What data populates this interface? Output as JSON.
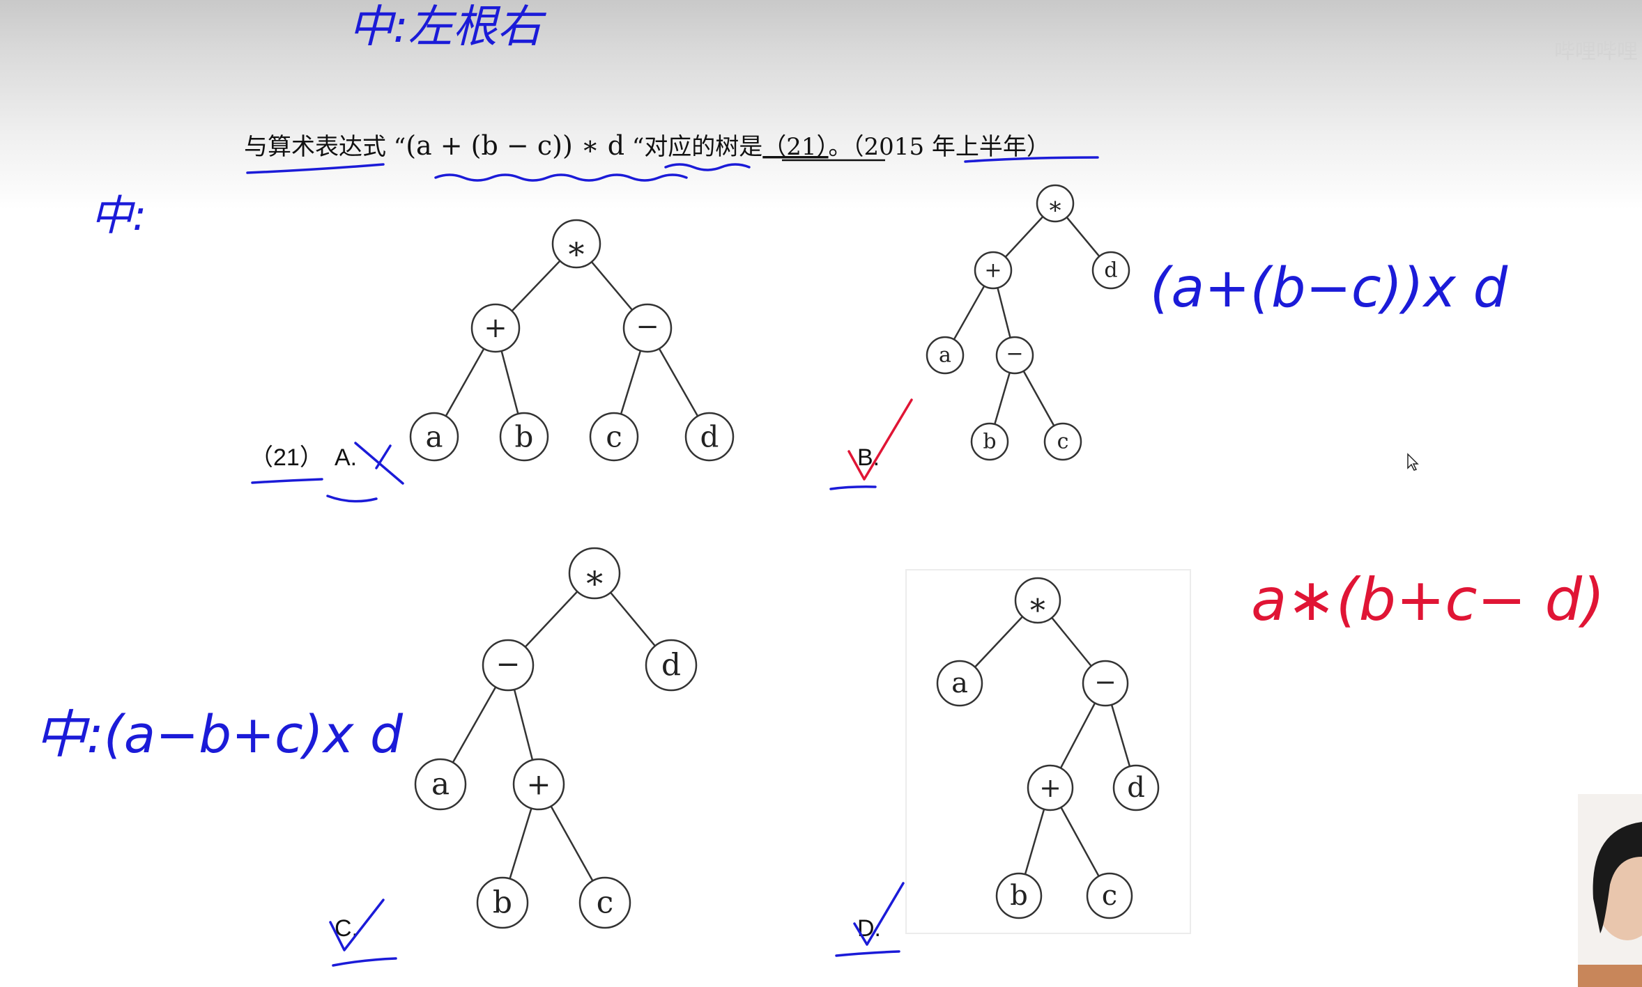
{
  "question": {
    "prefix": "与算术表达式 “",
    "expression": "(a + (b − c)) ∗ d",
    "middle": " “对应的树是",
    "blank": "（21）",
    "suffix": "。（2015 年上半年）"
  },
  "options": [
    {
      "id": "A",
      "label": "A.",
      "number": "（21）"
    },
    {
      "id": "B",
      "label": "B."
    },
    {
      "id": "C",
      "label": "C."
    },
    {
      "id": "D",
      "label": "D."
    }
  ],
  "trees": {
    "A": {
      "root": "∗",
      "left": "+",
      "right": "−",
      "leaves": [
        "a",
        "b",
        "c",
        "d"
      ]
    },
    "B": {
      "root": "∗",
      "left": "+",
      "right": "d",
      "left_left": "a",
      "left_right": "−",
      "leaves": [
        "b",
        "c"
      ]
    },
    "C": {
      "root": "∗",
      "left": "−",
      "right": "d",
      "left_left": "a",
      "left_right": "+",
      "leaves": [
        "b",
        "c"
      ]
    },
    "D": {
      "root": "∗",
      "left": "a",
      "right": "−",
      "right_left": "+",
      "right_right": "d",
      "leaves": [
        "b",
        "c"
      ]
    }
  },
  "annotations": {
    "top_note": "中:左根右",
    "side_note": "中:",
    "note_b": "(a+(b−c))x     d",
    "note_c": "中:(a−b+c)x d",
    "note_d": "a∗(b+c−  d)"
  },
  "watermark": "哔哩哔哩",
  "colors": {
    "ink_blue": "#1b1bd8",
    "ink_red": "#e01535",
    "node_stroke": "#333333"
  }
}
